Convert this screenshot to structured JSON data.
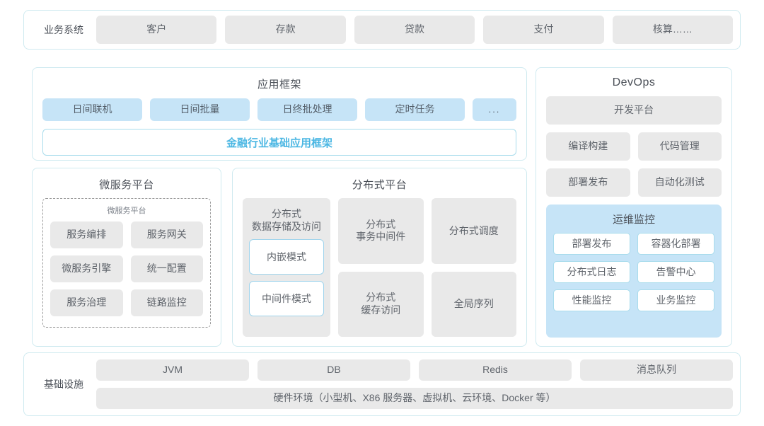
{
  "colors": {
    "panel_border": "#cfeaf0",
    "chip_gray": "#e9e9e9",
    "chip_blue": "#c6e4f7",
    "accent_cyan": "#4cb7e3",
    "text": "#5f646b"
  },
  "business_system": {
    "label": "业务系统",
    "items": [
      "客户",
      "存款",
      "贷款",
      "支付",
      "核算……"
    ]
  },
  "app_framework": {
    "title": "应用框架",
    "chips": [
      "日间联机",
      "日间批量",
      "日终批处理",
      "定时任务",
      "..."
    ],
    "foundation_bar": "金融行业基础应用框架"
  },
  "devops": {
    "title": "DevOps",
    "platform": "开发平台",
    "rows": [
      [
        "编译构建",
        "代码管理"
      ],
      [
        "部署发布",
        "自动化测试"
      ]
    ],
    "ops_monitor": {
      "title": "运维监控",
      "rows": [
        [
          "部署发布",
          "容器化部署"
        ],
        [
          "分布式日志",
          "告警中心"
        ],
        [
          "性能监控",
          "业务监控"
        ]
      ]
    }
  },
  "microservice": {
    "title": "微服务平台",
    "inner_title": "微服务平台",
    "rows": [
      [
        "服务编排",
        "服务网关"
      ],
      [
        "微服务引擎",
        "统一配置"
      ],
      [
        "服务治理",
        "链路监控"
      ]
    ]
  },
  "distributed": {
    "title": "分布式平台",
    "storage_card": {
      "label": "分布式\n数据存储及访问",
      "label_line1": "分布式",
      "label_line2": "数据存储及访问",
      "modes": [
        "内嵌模式",
        "中间件模式"
      ]
    },
    "right_cells": [
      [
        "分布式\n事务中间件",
        "分布式调度"
      ],
      [
        "分布式\n缓存访问",
        "全局序列"
      ]
    ],
    "right_cells_flat": [
      {
        "line1": "分布式",
        "line2": "事务中间件"
      },
      {
        "line1": "分布式调度",
        "line2": ""
      },
      {
        "line1": "分布式",
        "line2": "缓存访问"
      },
      {
        "line1": "全局序列",
        "line2": ""
      }
    ]
  },
  "infrastructure": {
    "label": "基础设施",
    "items": [
      "JVM",
      "DB",
      "Redis",
      "消息队列"
    ],
    "hardware": "硬件环境（小型机、X86 服务器、虚拟机、云环境、Docker 等）"
  }
}
